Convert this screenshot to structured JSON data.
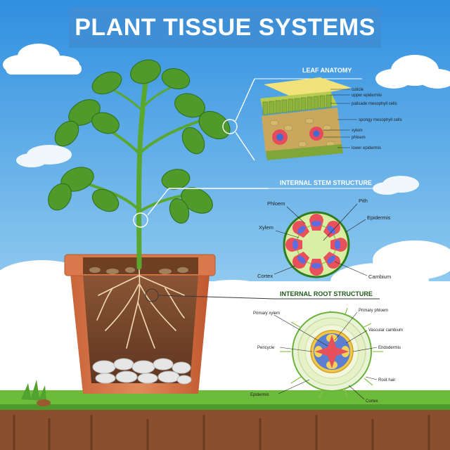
{
  "title": "PLANT TISSUE SYSTEMS",
  "colors": {
    "sky_top": "#2f8fe0",
    "sky_bottom": "#bfe6f7",
    "banner": "#3f8fd6",
    "grass": "#6dbb3a",
    "soil": "#7a4a2b",
    "pot": "#d9784a",
    "leaf": "#4f9a2a"
  },
  "sections": {
    "leaf": {
      "heading": "LEAF ANATOMY",
      "labels": [
        "cuticle",
        "upper epidermis",
        "palisade mesophyll cells",
        "spongy mesophyll cells",
        "xylem",
        "phloem",
        "lower epidermis"
      ]
    },
    "stem": {
      "heading": "INTERNAL STEM STRUCTURE",
      "labels": {
        "phloem": "Phloem",
        "pith": "Pith",
        "xylem": "Xylem",
        "epidermis": "Epidermis",
        "cortex": "Cortex",
        "cambium": "Cambium"
      }
    },
    "root": {
      "heading": "INTERNAL ROOT STRUCTURE",
      "labels": {
        "primary_xylem": "Primary xylem",
        "primary_phloem": "Primary phloem",
        "vascular_cambium": "Vascular cambium",
        "pericycle": "Pericycle",
        "endodermis": "Endodermis",
        "root_hair": "Root hair",
        "epidermis": "Epidermis",
        "cortex": "Cortex"
      }
    }
  }
}
